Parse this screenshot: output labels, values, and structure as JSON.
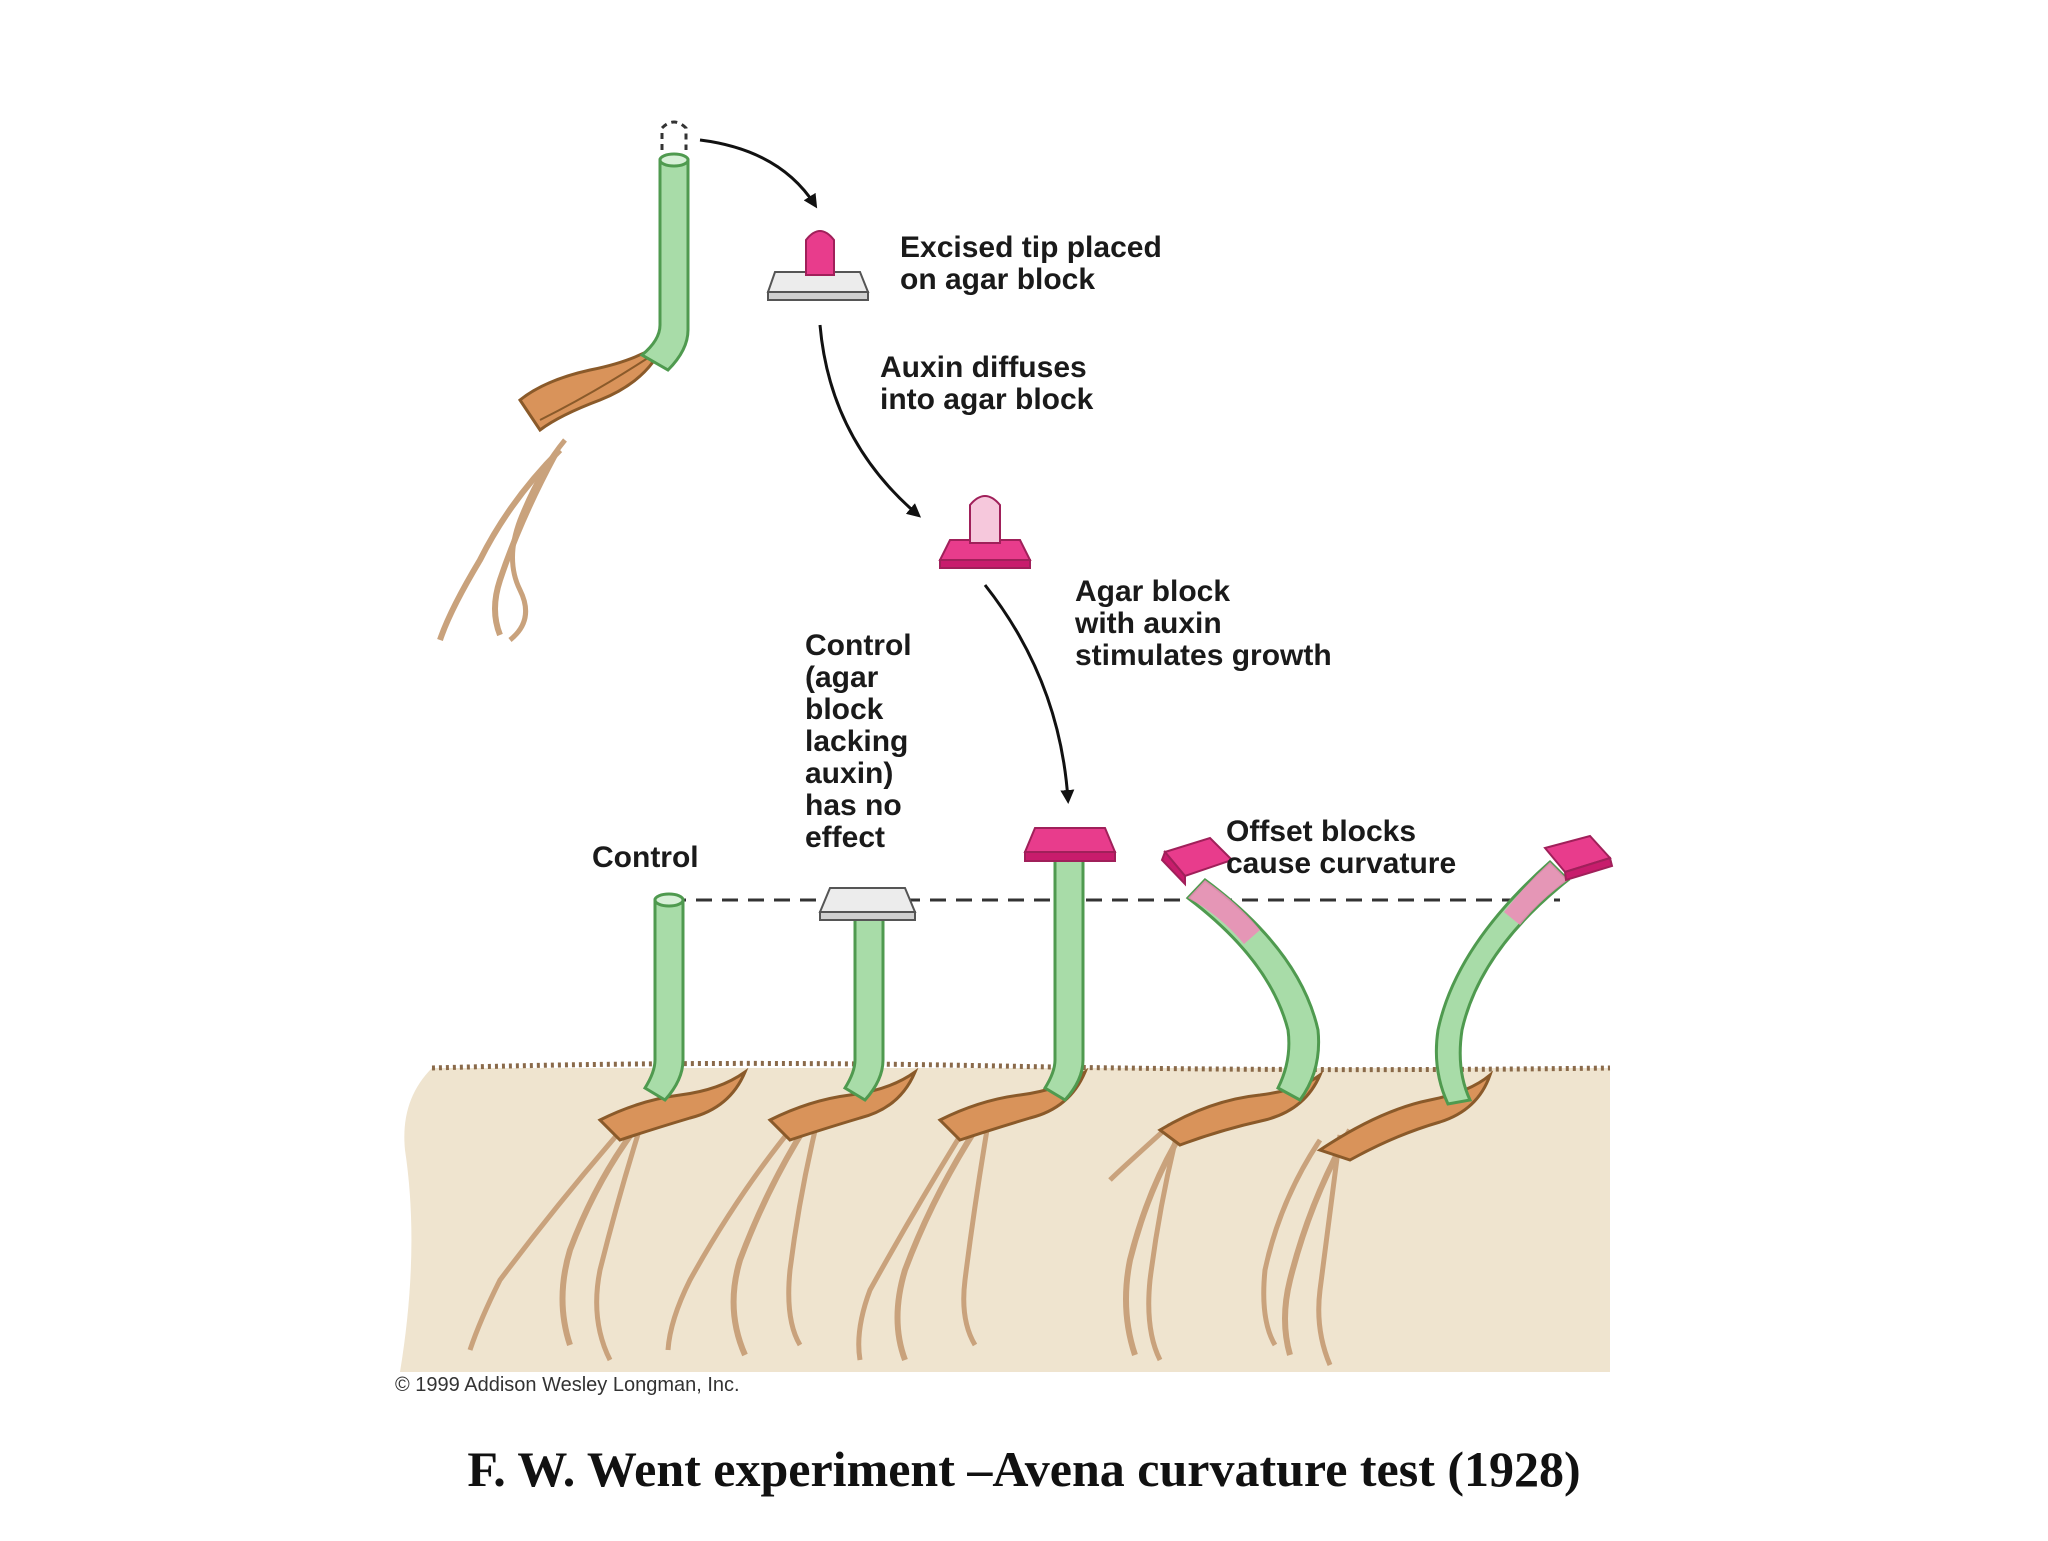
{
  "labels": {
    "excised_tip": "Excised tip placed\non agar block",
    "auxin_diffuses": "Auxin diffuses\ninto agar block",
    "agar_with_auxin": "Agar block\nwith auxin\nstimulates growth",
    "control_block": "Control\n(agar\nblock\nlacking\nauxin)\nhas no\neffect",
    "control": "Control",
    "offset_blocks": "Offset blocks\ncause curvature"
  },
  "copyright": "© 1999 Addison Wesley Longman, Inc.",
  "caption": "F. W. Went experiment –Avena curvature test (1928)",
  "colors": {
    "coleoptile": "#a8dca8",
    "coleoptile_stroke": "#4f9a4f",
    "auxin_block": "#e83c8c",
    "plain_block": "#e4e4e4",
    "seed": "#d9935a",
    "root": "#c9a27c",
    "soil": "#efe4cf"
  }
}
